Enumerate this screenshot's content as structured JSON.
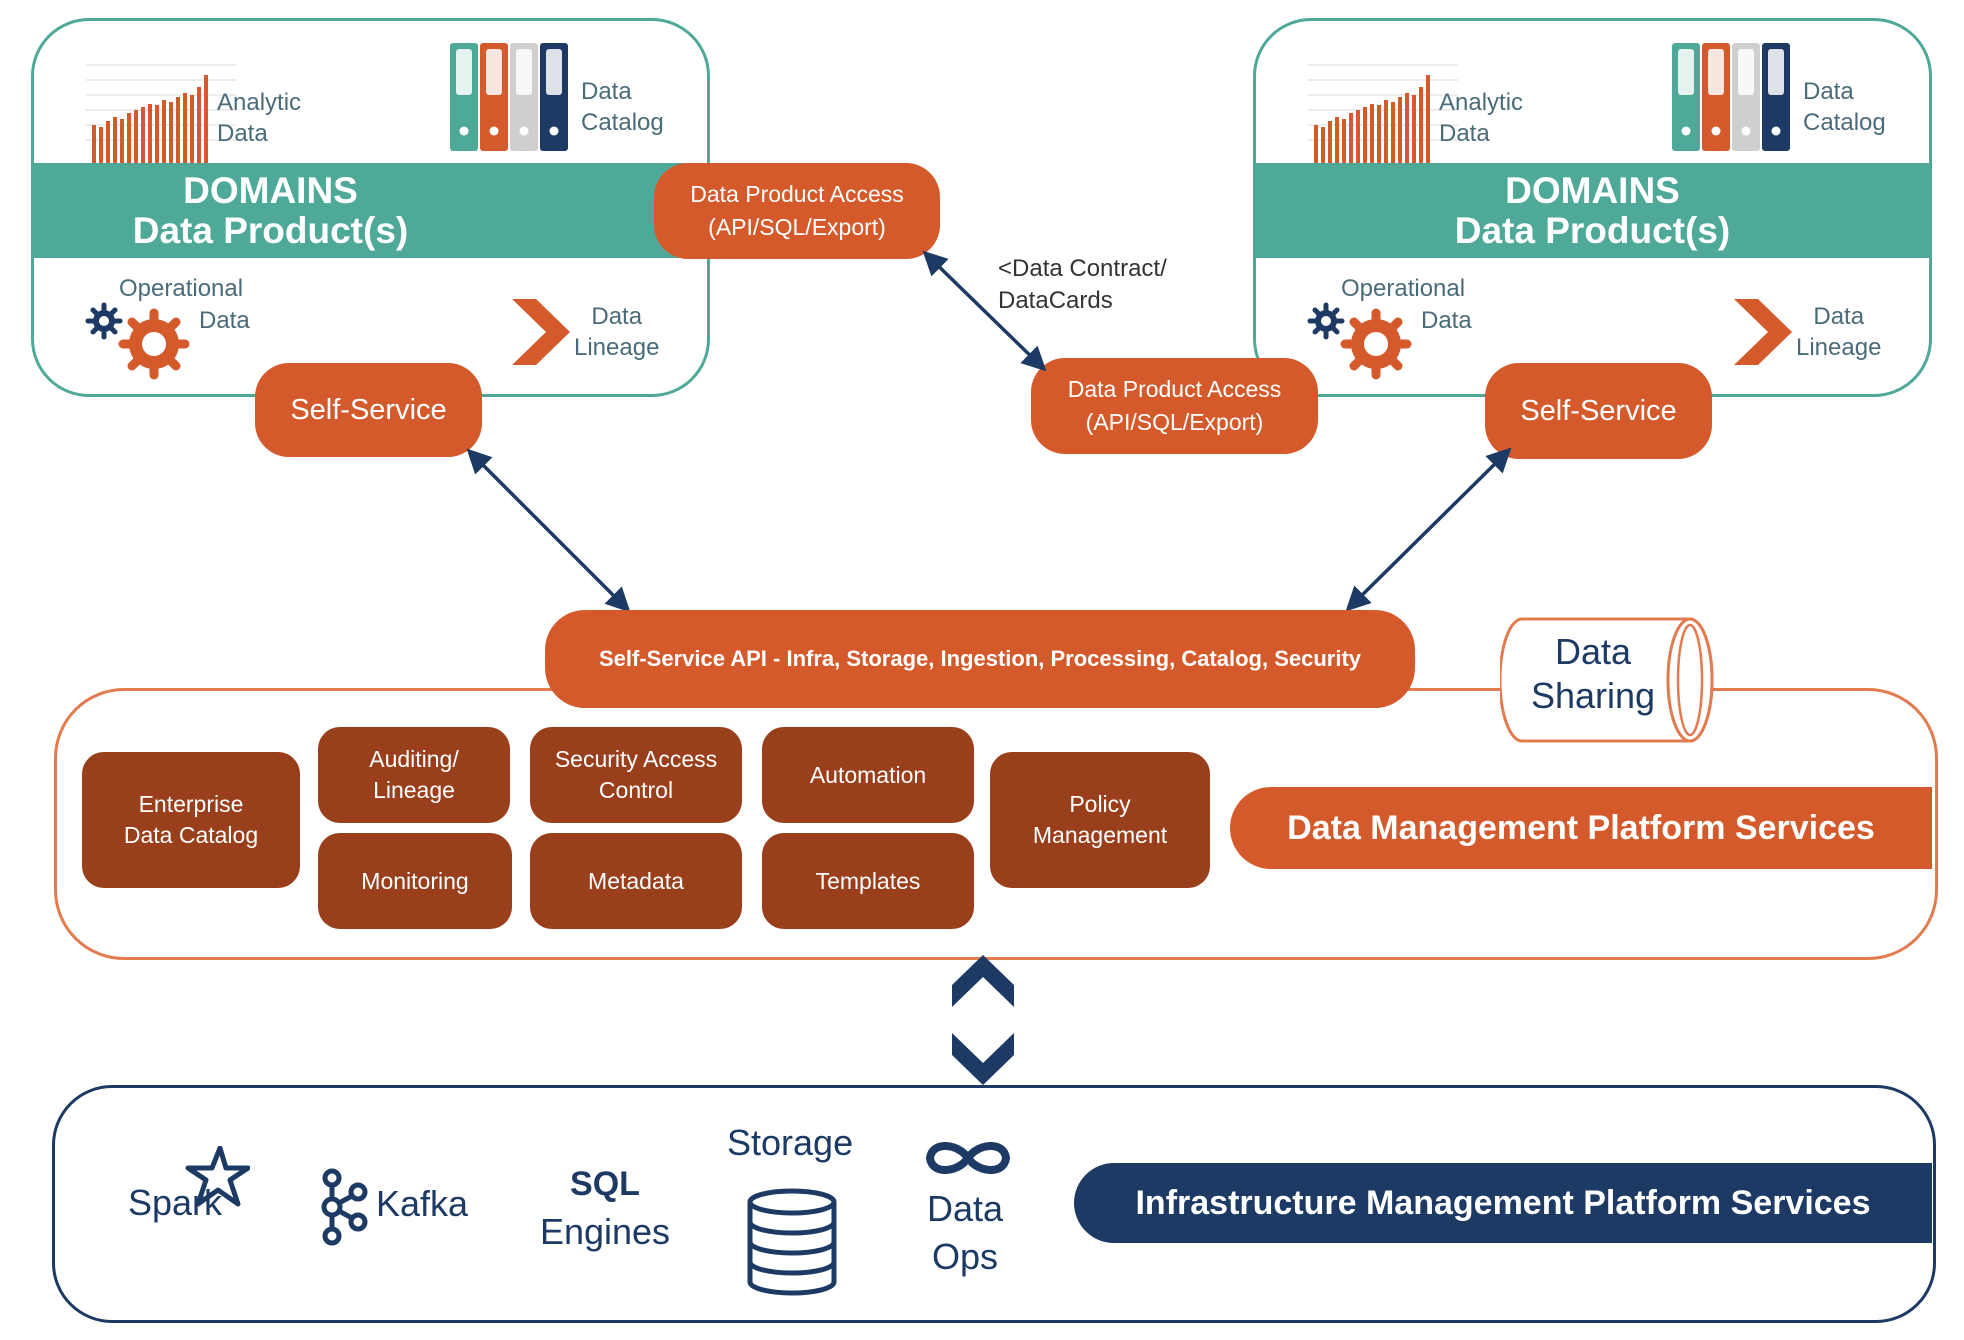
{
  "domains": [
    {
      "analytic_line1": "Analytic",
      "analytic_line2": "Data",
      "catalog_line1": "Data",
      "catalog_line2": "Catalog",
      "title": "DOMAINS",
      "subtitle": "Data Product(s)",
      "operational_line1": "Operational",
      "operational_line2": "Data",
      "lineage_line1": "Data",
      "lineage_line2": "Lineage",
      "self_service": "Self-Service"
    },
    {
      "analytic_line1": "Analytic",
      "analytic_line2": "Data",
      "catalog_line1": "Data",
      "catalog_line2": "Catalog",
      "title": "DOMAINS",
      "subtitle": "Data Product(s)",
      "operational_line1": "Operational",
      "operational_line2": "Data",
      "lineage_line1": "Data",
      "lineage_line2": "Lineage",
      "self_service": "Self-Service"
    }
  ],
  "access_top": {
    "line1": "Data Product Access",
    "line2": "(API/SQL/Export)"
  },
  "access_mid": {
    "line1": "Data Product Access",
    "line2": "(API/SQL/Export)"
  },
  "contract": {
    "line1": "<Data Contract/",
    "line2": "DataCards"
  },
  "self_service_api": "Self-Service API - Infra, Storage, Ingestion, Processing, Catalog, Security",
  "data_sharing": {
    "line1": "Data",
    "line2": "Sharing"
  },
  "platform": {
    "title": "Data Management Platform Services",
    "services": {
      "enterprise": {
        "line1": "Enterprise",
        "line2": "Data Catalog"
      },
      "auditing": {
        "line1": "Auditing/",
        "line2": "Lineage"
      },
      "monitoring": "Monitoring",
      "security": {
        "line1": "Security Access",
        "line2": "Control"
      },
      "metadata": "Metadata",
      "automation": "Automation",
      "templates": "Templates",
      "policy": {
        "line1": "Policy",
        "line2": "Management"
      }
    }
  },
  "infra": {
    "title": "Infrastructure Management Platform Services",
    "spark": "Spark",
    "kafka": "Kafka",
    "sql_line1": "SQL",
    "sql_line2": "Engines",
    "storage": "Storage",
    "dataops_line1": "Data",
    "dataops_line2": "Ops"
  },
  "colors": {
    "teal": "#4ea999",
    "orange": "#d55a2b",
    "brown": "#9a3f1c",
    "navy": "#1c3a64",
    "platform_border": "#e27b4f"
  }
}
